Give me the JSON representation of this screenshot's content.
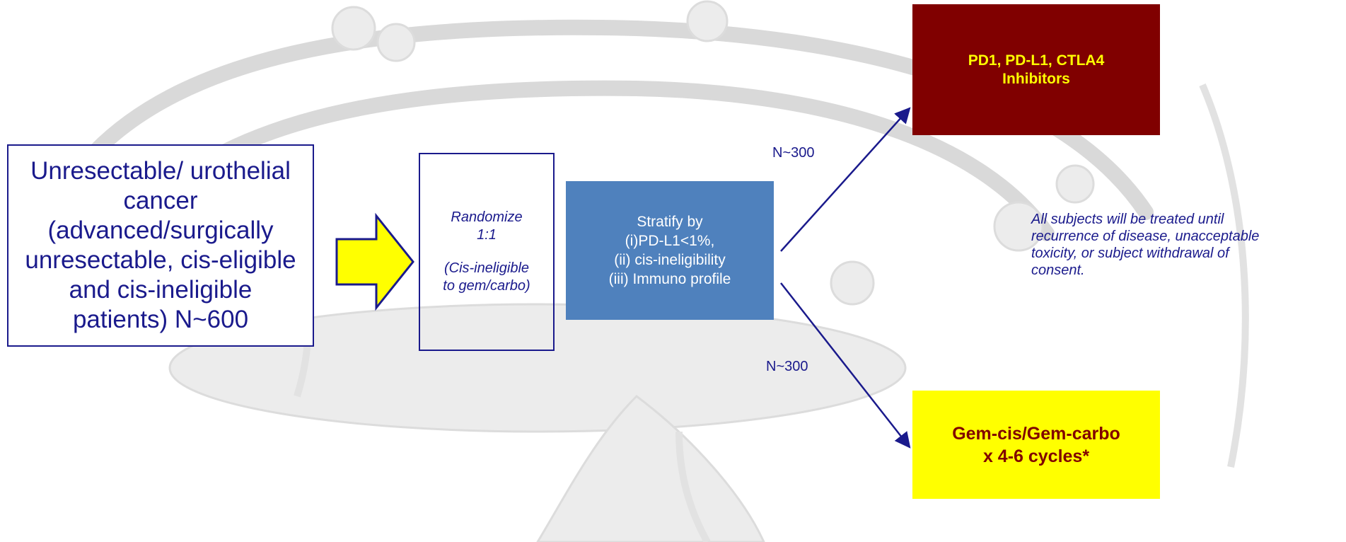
{
  "population": {
    "lines": [
      "Unresectable/ urothelial",
      "cancer",
      "(advanced/surgically",
      "unresectable, cis-eligible",
      "and cis-ineligible",
      "patients) N~600"
    ]
  },
  "randomize": {
    "line1": "Randomize",
    "line2": "1:1",
    "line3": "(Cis-ineligible",
    "line4": "to gem/carbo)"
  },
  "stratify": {
    "title": "Stratify by",
    "line1": "(i)PD-L1<1%,",
    "line2": "(ii) cis-ineligibility",
    "line3": "(iii) Immuno profile"
  },
  "arms": {
    "io_line1": "PD1, PD-L1, CTLA4",
    "io_line2": "Inhibitors",
    "chemo_line1": "Gem-cis/Gem-carbo",
    "chemo_line2": "x 4-6 cycles*"
  },
  "n_labels": {
    "top": "N~300",
    "bottom": "N~300"
  },
  "note": {
    "lines": [
      "All subjects will be treated until",
      "recurrence of disease, unacceptable",
      "toxicity, or subject withdrawal of",
      "consent."
    ]
  },
  "colors": {
    "navy": "#1a1a8c",
    "stratify_fill": "#4f81bd",
    "io_fill": "#800000",
    "io_text": "#ffff00",
    "chemo_fill": "#ffff00",
    "chemo_text": "#800000",
    "arrow_fill": "#ffff00"
  }
}
